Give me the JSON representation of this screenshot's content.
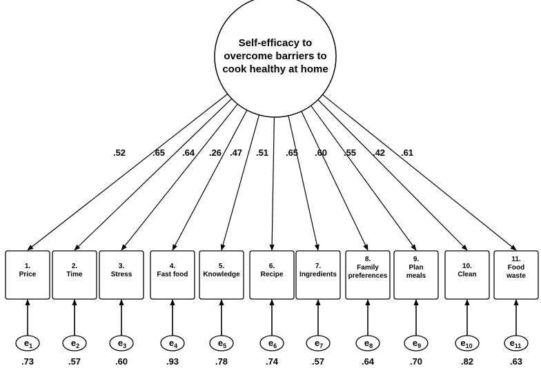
{
  "latent": {
    "lines": [
      "Self-efficacy to",
      "overcome barriers to",
      "cook healthy at home"
    ]
  },
  "items": [
    {
      "lines": [
        "1.",
        "Price"
      ],
      "loading": ".52",
      "error": "e",
      "error_sub": "1",
      "residual": ".73"
    },
    {
      "lines": [
        "2.",
        "Time"
      ],
      "loading": ".65",
      "error": "e",
      "error_sub": "2",
      "residual": ".57"
    },
    {
      "lines": [
        "3.",
        "Stress"
      ],
      "loading": ".64",
      "error": "e",
      "error_sub": "3",
      "residual": ".60"
    },
    {
      "lines": [
        "4.",
        "Fast food"
      ],
      "loading": ".26",
      "error": "e",
      "error_sub": "4",
      "residual": ".93"
    },
    {
      "lines": [
        "5.",
        "Knowledge"
      ],
      "loading": ".47",
      "error": "e",
      "error_sub": "5",
      "residual": ".78"
    },
    {
      "lines": [
        "6.",
        "Recipe"
      ],
      "loading": ".51",
      "error": "e",
      "error_sub": "6",
      "residual": ".74"
    },
    {
      "lines": [
        "7.",
        "Ingredients"
      ],
      "loading": ".65",
      "error": "e",
      "error_sub": "7",
      "residual": ".57"
    },
    {
      "lines": [
        "8.",
        "Family",
        "preferences"
      ],
      "loading": ".60",
      "error": "e",
      "error_sub": "8",
      "residual": ".64"
    },
    {
      "lines": [
        "9.",
        "Plan",
        "meals"
      ],
      "loading": ".55",
      "error": "e",
      "error_sub": "9",
      "residual": ".70"
    },
    {
      "lines": [
        "10.",
        "Clean"
      ],
      "loading": ".42",
      "error": "e",
      "error_sub": "10",
      "residual": ".82"
    },
    {
      "lines": [
        "11.",
        "Food",
        "waste"
      ],
      "loading": ".61",
      "error": "e",
      "error_sub": "11",
      "residual": ".63"
    }
  ]
}
